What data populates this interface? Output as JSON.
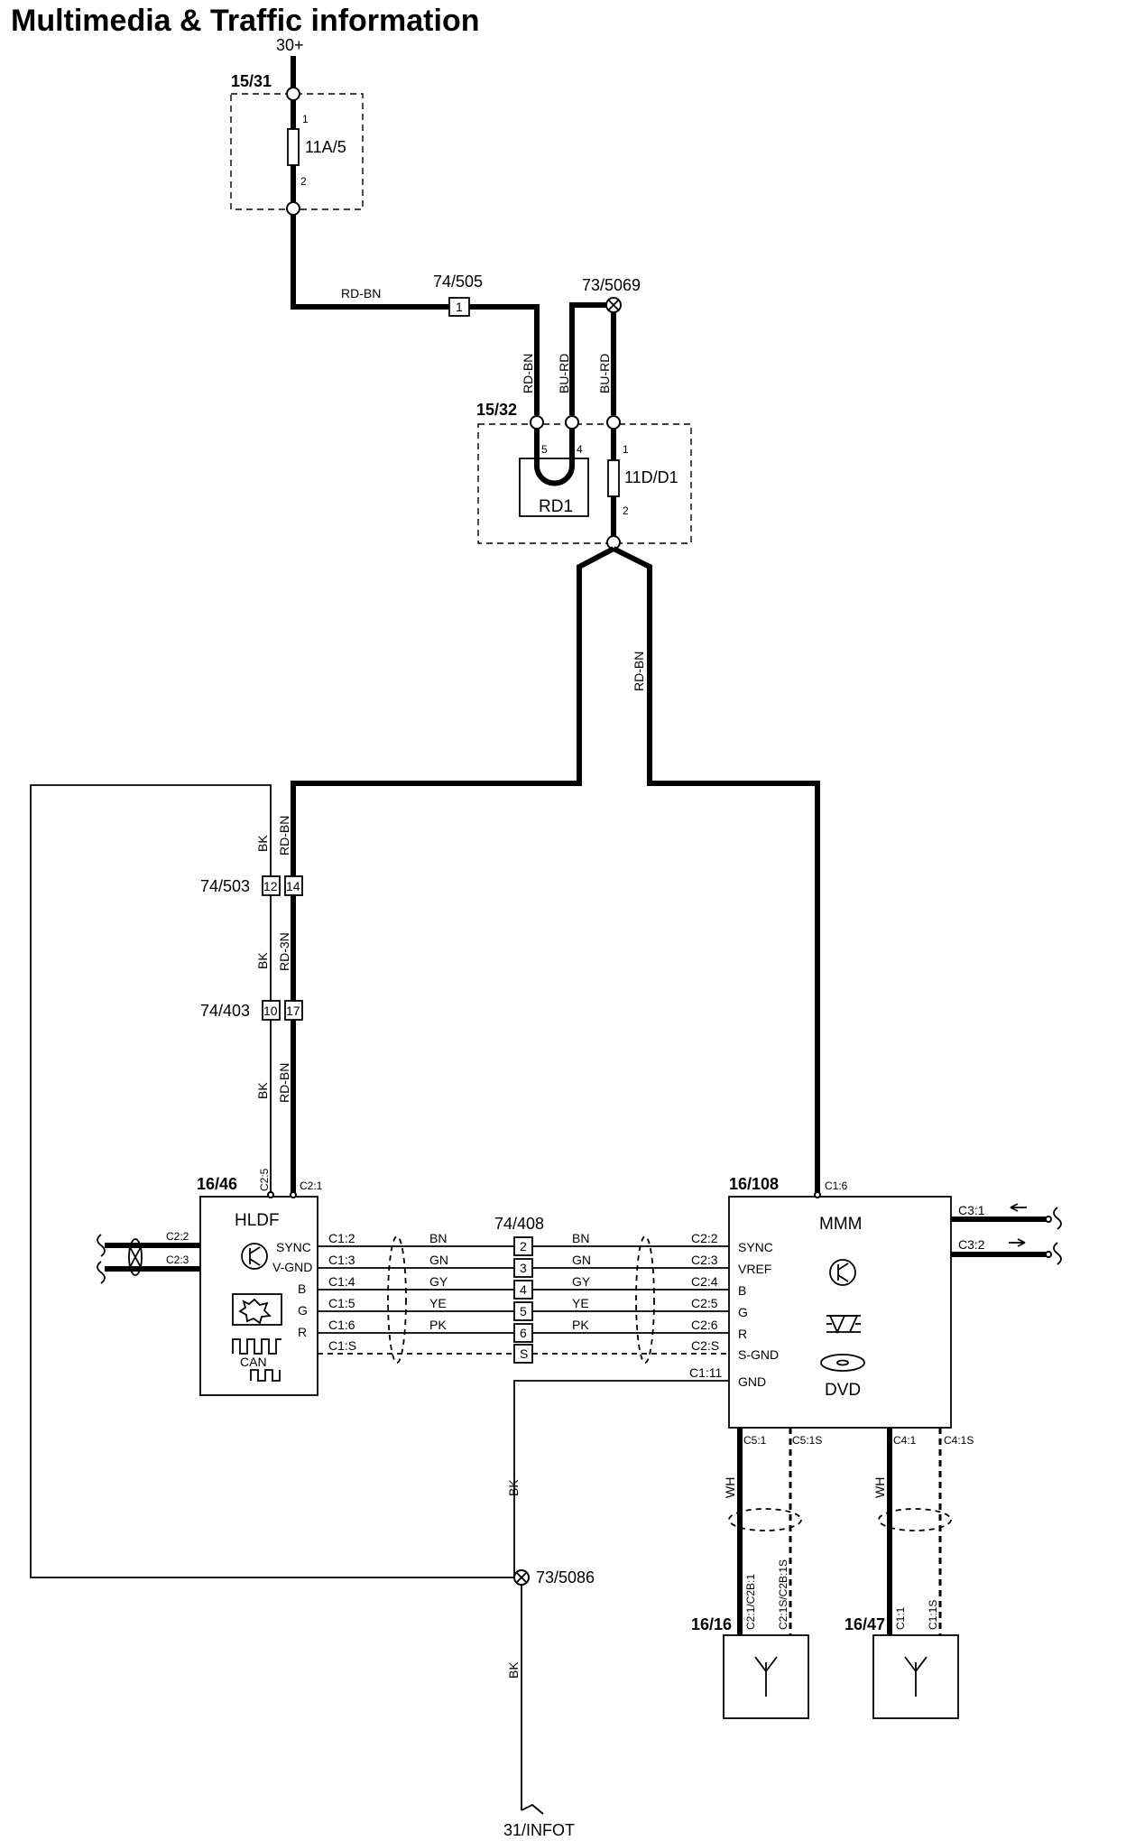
{
  "title": "Multimedia & Traffic information",
  "supply": {
    "label": "30+"
  },
  "ground": {
    "label": "31/INFOT"
  },
  "fuse_box_1": {
    "id": "15/31",
    "fuse": "11A/5",
    "pin_top": "1",
    "pin_bottom": "2"
  },
  "fuse_box_2": {
    "id": "15/32",
    "relay": "RD1",
    "relay_pin_a": "5",
    "relay_pin_b": "4",
    "fuse": "11D/D1",
    "pin_top": "1",
    "pin_bottom": "2"
  },
  "connectors": {
    "c74_505": {
      "id": "74/505",
      "pin": "1"
    },
    "c74_503": {
      "id": "74/503",
      "pin_a": "12",
      "pin_b": "14"
    },
    "c74_403": {
      "id": "74/403",
      "pin_a": "10",
      "pin_b": "17"
    },
    "c74_408": {
      "id": "74/408",
      "pins": [
        "2",
        "3",
        "4",
        "5",
        "6",
        "S"
      ]
    }
  },
  "splices": {
    "s73_5069": "73/5069",
    "s73_5086": "73/5086"
  },
  "wires": {
    "rd_bn": "RD-BN",
    "bu_rd": "BU-RD",
    "rd_3n": "RD-3N",
    "bk": "BK",
    "wh": "WH",
    "bus": [
      "BN",
      "GN",
      "GY",
      "YE",
      "PK"
    ]
  },
  "hldf": {
    "id": "16/46",
    "name": "HLDF",
    "top_pins": [
      "C2:5",
      "C2:1"
    ],
    "left_pins": [
      "C2:2",
      "C2:3"
    ],
    "signals": [
      "SYNC",
      "V-GND",
      "B",
      "G",
      "R"
    ],
    "pins": [
      "C1:2",
      "C1:3",
      "C1:4",
      "C1:5",
      "C1:6",
      "C1:S"
    ],
    "can_label": "CAN"
  },
  "mmm": {
    "id": "16/108",
    "name": "MMM",
    "dvd_label": "DVD",
    "top_pin": "C1:6",
    "right_pins": [
      "C3:1",
      "C3:2"
    ],
    "pins": [
      "C2:2",
      "C2:3",
      "C2:4",
      "C2:5",
      "C2:6",
      "C2:S",
      "C1:11"
    ],
    "signals": [
      "SYNC",
      "VREF",
      "B",
      "G",
      "R",
      "S-GND",
      "GND"
    ],
    "bottom_pins": [
      "C5:1",
      "C5:1S",
      "C4:1",
      "C4:1S"
    ]
  },
  "antenna_1": {
    "id": "16/16",
    "pins": [
      "C2:1/C2B:1",
      "C2:1S/C2B:1S"
    ]
  },
  "antenna_2": {
    "id": "16/47",
    "pins": [
      "C1:1",
      "C1:1S"
    ]
  }
}
